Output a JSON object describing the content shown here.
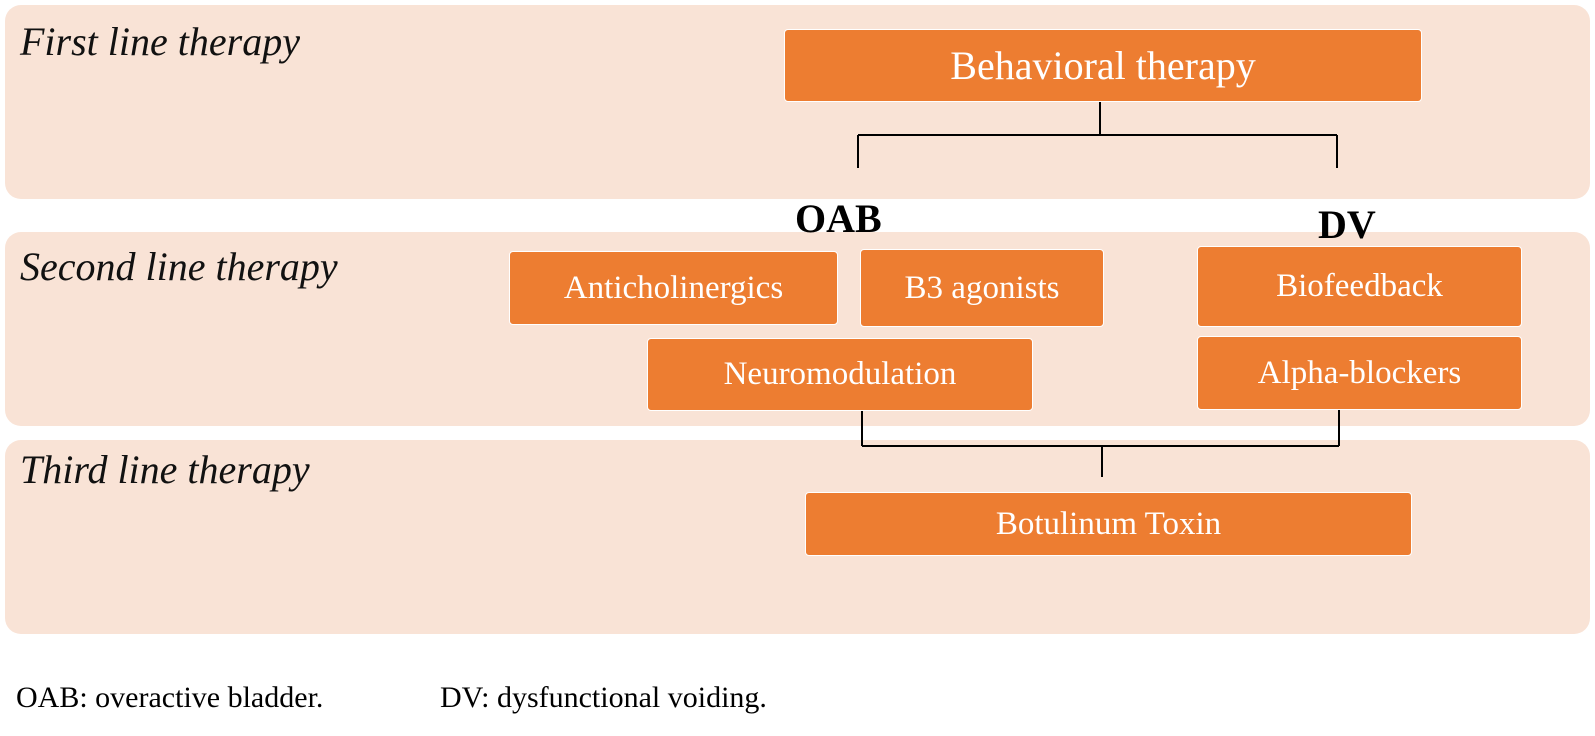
{
  "colors": {
    "band_fill": "#f9e3d6",
    "box_fill": "#ed7d31",
    "box_text": "#ffffff",
    "connector": "#000000"
  },
  "bands": {
    "first": "First line therapy",
    "second": "Second line therapy",
    "third": "Third line therapy"
  },
  "groups": {
    "oab": "OAB",
    "dv": "DV"
  },
  "boxes": {
    "behavioral": "Behavioral therapy",
    "anticholinergics": "Anticholinergics",
    "b3_agonists": "B3 agonists",
    "neuromodulation": "Neuromodulation",
    "biofeedback": "Biofeedback",
    "alpha_blockers": "Alpha-blockers",
    "botulinum": "Botulinum Toxin"
  },
  "footnotes": {
    "oab": "OAB: overactive bladder.",
    "dv": "DV: dysfunctional voiding."
  }
}
